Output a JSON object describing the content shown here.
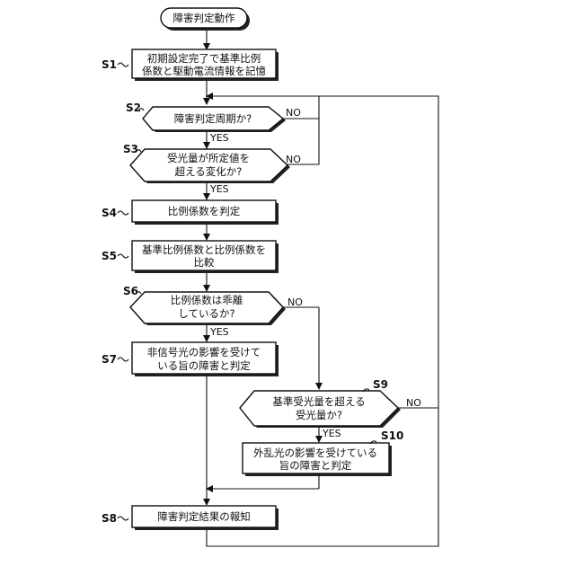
{
  "nodes": {
    "start": {
      "text": "障害判定動作"
    },
    "s1": {
      "step": "S1",
      "lines": [
        "初期設定完了で基準比例",
        "係数と駆動電流情報を記憶"
      ]
    },
    "s2": {
      "step": "S2",
      "lines": [
        "障害判定周期か?"
      ]
    },
    "s3": {
      "step": "S3",
      "lines": [
        "受光量が所定値を",
        "超える変化か?"
      ]
    },
    "s4": {
      "step": "S4",
      "lines": [
        "比例係数を判定"
      ]
    },
    "s5": {
      "step": "S5",
      "lines": [
        "基準比例係数と比例係数を",
        "比較"
      ]
    },
    "s6": {
      "step": "S6",
      "lines": [
        "比例係数は乖離",
        "しているか?"
      ]
    },
    "s7": {
      "step": "S7",
      "lines": [
        "非信号光の影響を受けて",
        "いる旨の障害と判定"
      ]
    },
    "s9": {
      "step": "S9",
      "lines": [
        "基準受光量を超える",
        "受光量か?"
      ]
    },
    "s10": {
      "step": "S10",
      "lines": [
        "外乱光の影響を受けている",
        "旨の障害と判定"
      ]
    },
    "s8": {
      "step": "S8",
      "lines": [
        "障害判定結果の報知"
      ]
    }
  },
  "edge_labels": {
    "s2_no": "NO",
    "s2_yes": "YES",
    "s3_no": "NO",
    "s3_yes": "YES",
    "s6_no": "NO",
    "s6_yes": "YES",
    "s9_no": "NO",
    "s9_yes": "YES"
  }
}
